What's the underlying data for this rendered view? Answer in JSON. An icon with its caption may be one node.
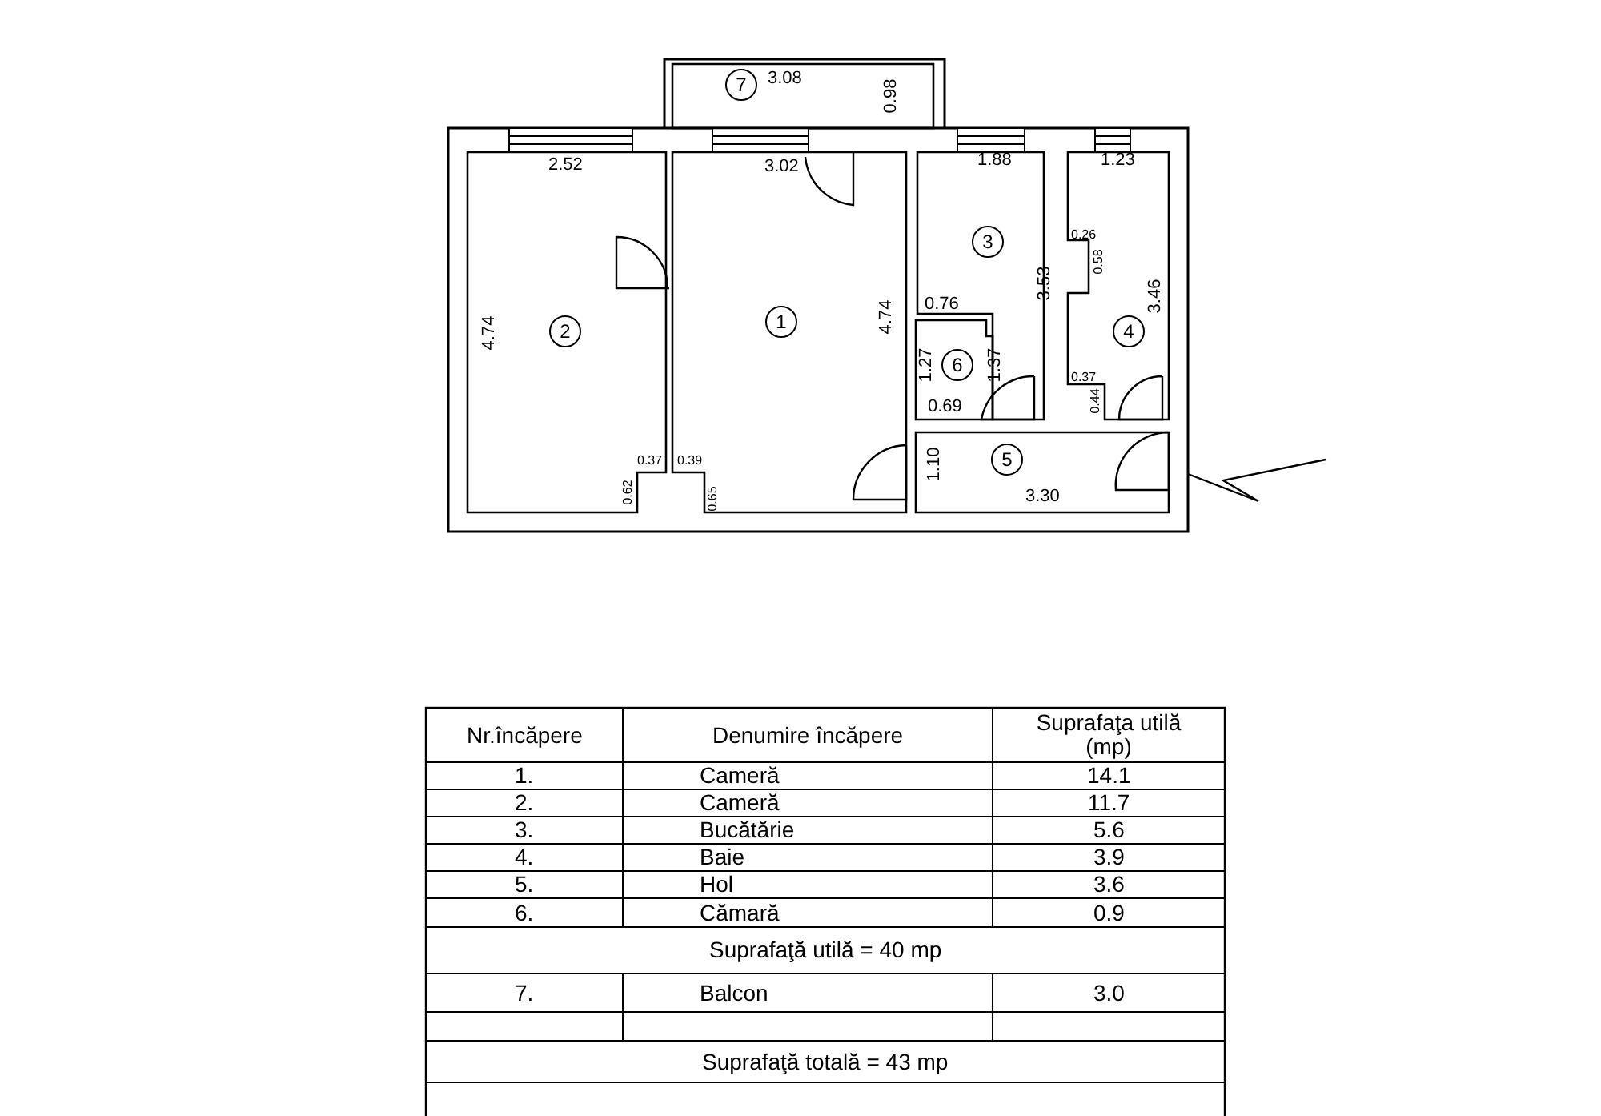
{
  "diagram": {
    "nodes": [
      {
        "text": [
          "1"
        ]
      },
      {
        "text": [
          "2"
        ]
      },
      {
        "text": [
          "3"
        ]
      },
      {
        "text": [
          "4"
        ]
      },
      {
        "text": [
          "5"
        ]
      },
      {
        "text": [
          "6"
        ]
      },
      {
        "text": [
          "7"
        ]
      }
    ],
    "labels": [
      "3.08",
      "0.98",
      "2.52",
      "3.02",
      "1.88",
      "1.23",
      "0.26",
      "0.58",
      "3.53",
      "3.46",
      "4.74",
      "4.74",
      "0.76",
      "1.27",
      "1.37",
      "0.37",
      "0.44",
      "0.69",
      "1.10",
      "0.37",
      "0.62",
      "0.39",
      "0.65",
      "3.30",
      "Nr.încăpere",
      "Denumire încăpere",
      "Suprafaţa utilă (mp)",
      "1.",
      "Cameră",
      "14.1",
      "2.",
      "Cameră",
      "11.7",
      "3.",
      "Bucătărie",
      "5.6",
      "4.",
      "Baie",
      "3.9",
      "5.",
      "Hol",
      "3.6",
      "6.",
      "Cămară",
      "0.9",
      "Suprafaţă utilă = 40 mp",
      "7.",
      "Balcon",
      "3.0",
      "Suprafaţă totală = 43 mp"
    ]
  }
}
